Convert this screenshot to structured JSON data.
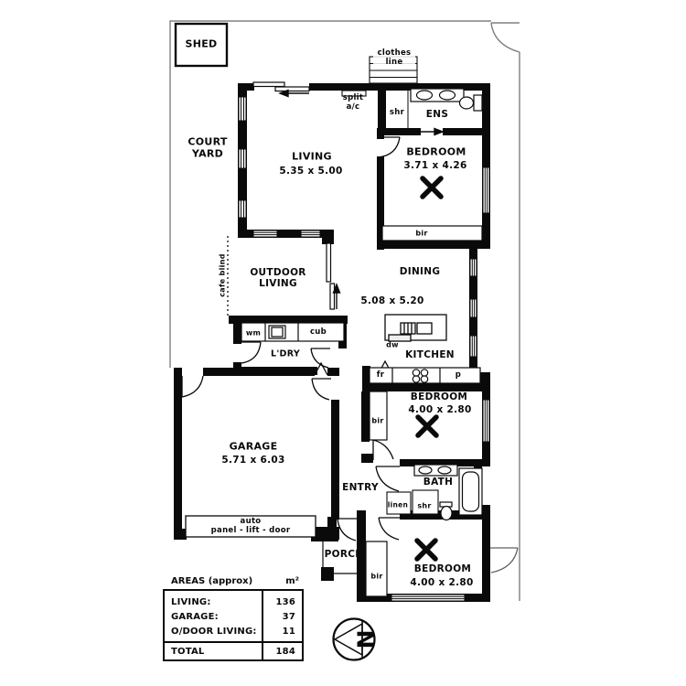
{
  "rooms": {
    "shed": "SHED",
    "court_yard": "COURT YARD",
    "living": {
      "name": "LIVING",
      "dims": "5.35 x 5.00"
    },
    "ens": "ENS",
    "bedroom1": {
      "name": "BEDROOM",
      "dims": "3.71 x 4.26"
    },
    "outdoor_living": "OUTDOOR LIVING",
    "dining": {
      "name": "DINING",
      "dims": "5.08 x 5.20"
    },
    "kitchen": "KITCHEN",
    "laundry": "L'DRY",
    "garage": {
      "name": "GARAGE",
      "dims": "5.71 x 6.03"
    },
    "entry": "ENTRY",
    "bath": "BATH",
    "porch": "PORCH",
    "bedroom2": {
      "name": "BEDROOM",
      "dims": "4.00 x 2.80"
    },
    "bedroom3": {
      "name": "BEDROOM",
      "dims": "4.00 x 2.80"
    }
  },
  "labels": {
    "split_ac": "split a/c",
    "clothes_line": "clothes line",
    "cafe_blind": "cafe blind",
    "shower": "shr",
    "robe": "bir",
    "washing_machine": "wm",
    "cupboard": "cub",
    "dishwasher": "dw",
    "fridge": "fr",
    "pantry": "p",
    "linen": "linen",
    "garage_door_line1": "auto",
    "garage_door_line2": "panel - lift - door"
  },
  "areas_table": {
    "title": "AREAS (approx)",
    "unit": "m²",
    "rows": [
      {
        "label": "LIVING:",
        "value": "136"
      },
      {
        "label": "GARAGE:",
        "value": "37"
      },
      {
        "label": "O/DOOR LIVING:",
        "value": "11"
      }
    ],
    "total_label": "TOTAL",
    "total_value": "184"
  },
  "compass": {
    "north": "N"
  },
  "colors": {
    "wall": "#0a0a0a",
    "boundary": "#808080",
    "background": "#ffffff"
  }
}
